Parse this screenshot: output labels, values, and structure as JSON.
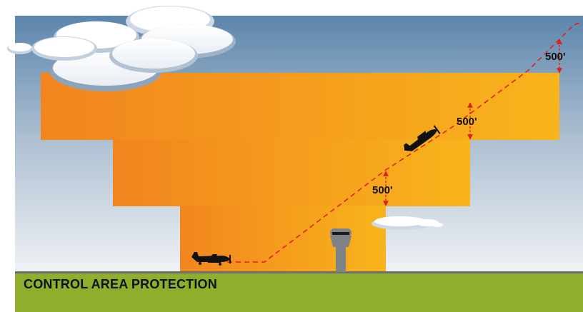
{
  "caption": "CONTROL AREA PROTECTION",
  "clearance_labels": [
    "500'",
    "500'",
    "500'"
  ],
  "colors": {
    "sky_top": "#5f88ad",
    "sky_bottom": "#eef1f5",
    "airspace_left": "#f28a22",
    "airspace_right": "#f9b31a",
    "ground": "#8fae2c",
    "flight_path": "#e02020",
    "tower": "#7e8388"
  },
  "icons": [
    "cloud-icon",
    "airplane-icon",
    "control-tower-icon"
  ]
}
